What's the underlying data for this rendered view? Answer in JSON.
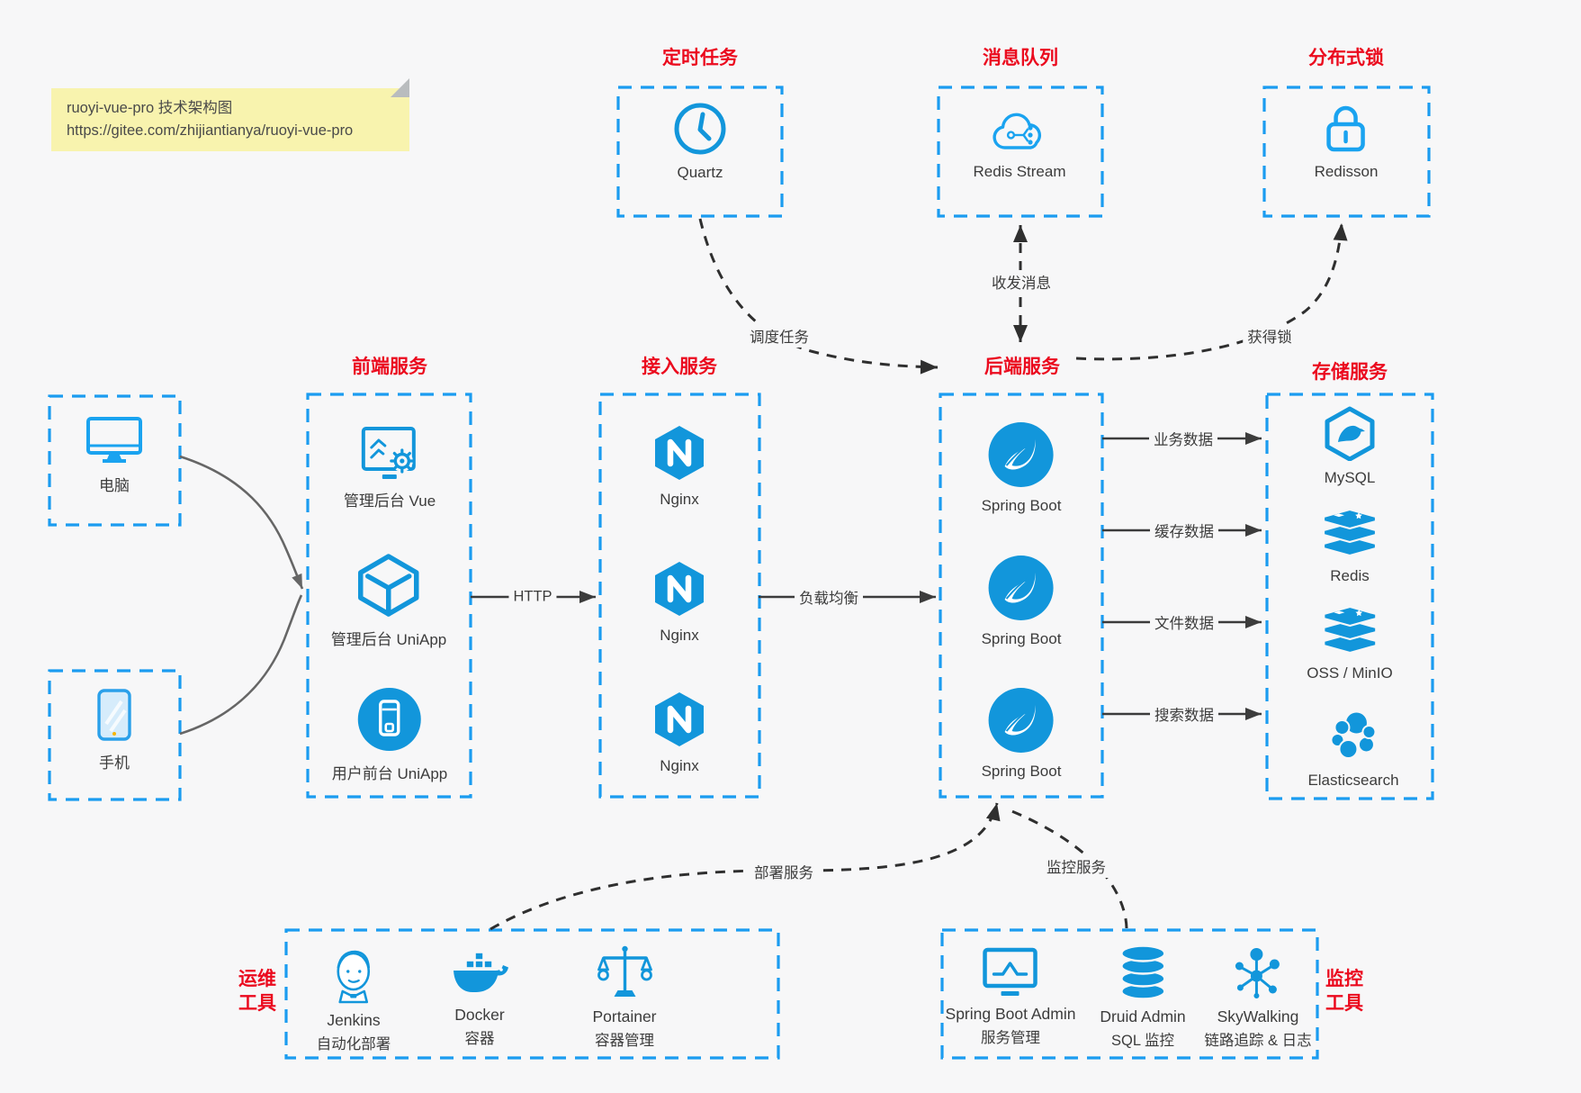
{
  "note": {
    "line1": "ruoyi-vue-pro 技术架构图",
    "line2": "https://gitee.com/zhijiantianya/ruoyi-vue-pro"
  },
  "groups": {
    "scheduled_job": {
      "title": "定时任务",
      "item": "Quartz"
    },
    "message_queue": {
      "title": "消息队列",
      "item": "Redis Stream"
    },
    "distributed_lock": {
      "title": "分布式锁",
      "item": "Redisson"
    },
    "clients": {
      "pc": "电脑",
      "phone": "手机"
    },
    "frontend": {
      "title": "前端服务",
      "items": [
        "管理后台 Vue",
        "管理后台 UniApp",
        "用户前台 UniApp"
      ]
    },
    "access": {
      "title": "接入服务",
      "items": [
        "Nginx",
        "Nginx",
        "Nginx"
      ]
    },
    "backend": {
      "title": "后端服务",
      "items": [
        "Spring Boot",
        "Spring Boot",
        "Spring Boot"
      ]
    },
    "storage": {
      "title": "存储服务",
      "items": [
        "MySQL",
        "Redis",
        "OSS / MinIO",
        "Elasticsearch"
      ]
    },
    "ops_tools": {
      "title_top": "运维",
      "title_bottom": "工具",
      "items": [
        {
          "name": "Jenkins",
          "desc": "自动化部署"
        },
        {
          "name": "Docker",
          "desc": "容器"
        },
        {
          "name": "Portainer",
          "desc": "容器管理"
        }
      ]
    },
    "monitor_tools": {
      "title_top": "监控",
      "title_bottom": "工具",
      "items": [
        {
          "name": "Spring Boot Admin",
          "desc": "服务管理"
        },
        {
          "name": "Druid Admin",
          "desc": "SQL 监控"
        },
        {
          "name": "SkyWalking",
          "desc": "链路追踪 & 日志"
        }
      ]
    }
  },
  "edges": {
    "http": "HTTP",
    "load_balance": "负载均衡",
    "business_data": "业务数据",
    "cache_data": "缓存数据",
    "file_data": "文件数据",
    "search_data": "搜索数据",
    "schedule_job": "调度任务",
    "send_receive_message": "收发消息",
    "acquire_lock": "获得锁",
    "deploy_service": "部署服务",
    "monitor_service": "监控服务"
  },
  "icons": {
    "scheduled_job": "clock-icon",
    "message_queue": "cloud-mq-icon",
    "distributed_lock": "lock-icon",
    "pc": "monitor-icon",
    "phone": "phone-icon",
    "frontend": [
      "admin-vue-icon",
      "uniapp-cube-icon",
      "user-app-icon"
    ],
    "access": [
      "nginx-icon",
      "nginx-icon",
      "nginx-icon"
    ],
    "backend": [
      "spring-boot-icon",
      "spring-boot-icon",
      "spring-boot-icon"
    ],
    "storage": [
      "mysql-icon",
      "redis-icon",
      "oss-minio-icon",
      "elasticsearch-icon"
    ],
    "ops_tools": [
      "jenkins-icon",
      "docker-icon",
      "portainer-icon"
    ],
    "monitor_tools": [
      "spring-boot-admin-icon",
      "druid-icon",
      "skywalking-icon"
    ]
  },
  "colors": {
    "box_border_blue": "#1b9cf0",
    "icon_blue": "#1296db",
    "title_red": "#eb0a1e",
    "arrow_dark": "#3c3c3c",
    "background": "#f7f7f8",
    "note_background": "#f8f3ae"
  }
}
